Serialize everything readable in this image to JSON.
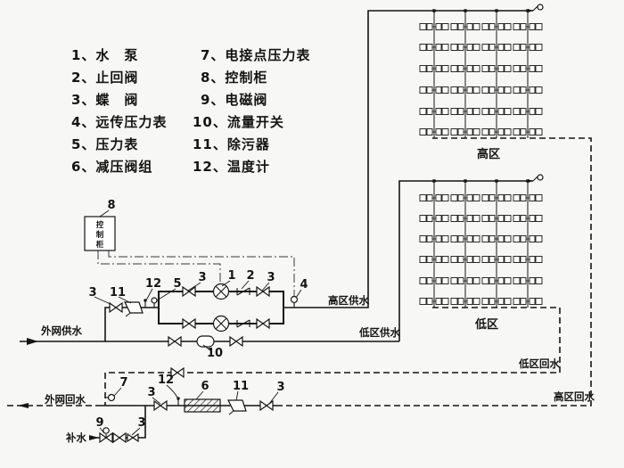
{
  "legend": {
    "items_left": [
      "1、水　泵",
      "2、止回阀",
      "3、蝶　阀",
      "4、远传压力表",
      "5、压力表",
      "6、减压阀组"
    ],
    "items_right": [
      "7、电接点压力表",
      "8、控制柜",
      "9、电磁阀",
      "10、流量开关",
      "11、除污器",
      "12、温度计"
    ]
  },
  "zones": {
    "high": "高区",
    "low": "低区"
  },
  "flow_labels": {
    "ext_supply": "外网供水",
    "high_supply": "高区供水",
    "low_supply": "低区供水",
    "low_return": "低区回水",
    "high_return": "高区回水",
    "ext_return": "外网回水",
    "makeup": "补水"
  },
  "cabinet": {
    "char1": "控",
    "char2": "制",
    "char3": "柜"
  },
  "callouts": {
    "inlet_valve": "3",
    "inlet_strainer": "11",
    "inlet_thermometer": "12",
    "inlet_gauge": "5",
    "pump_in_valve": "3",
    "pump": "1",
    "check_valve": "2",
    "pump_out_valve": "3",
    "remote_gauge": "4",
    "flow_switch": "10",
    "control_cabinet": "8",
    "return_contact_gauge": "7",
    "return_valve_a": "3",
    "return_thermometer": "12",
    "prv_group": "6",
    "return_strainer": "11",
    "return_valve_b": "3",
    "makeup_solenoid": "9",
    "makeup_valve": "3"
  }
}
